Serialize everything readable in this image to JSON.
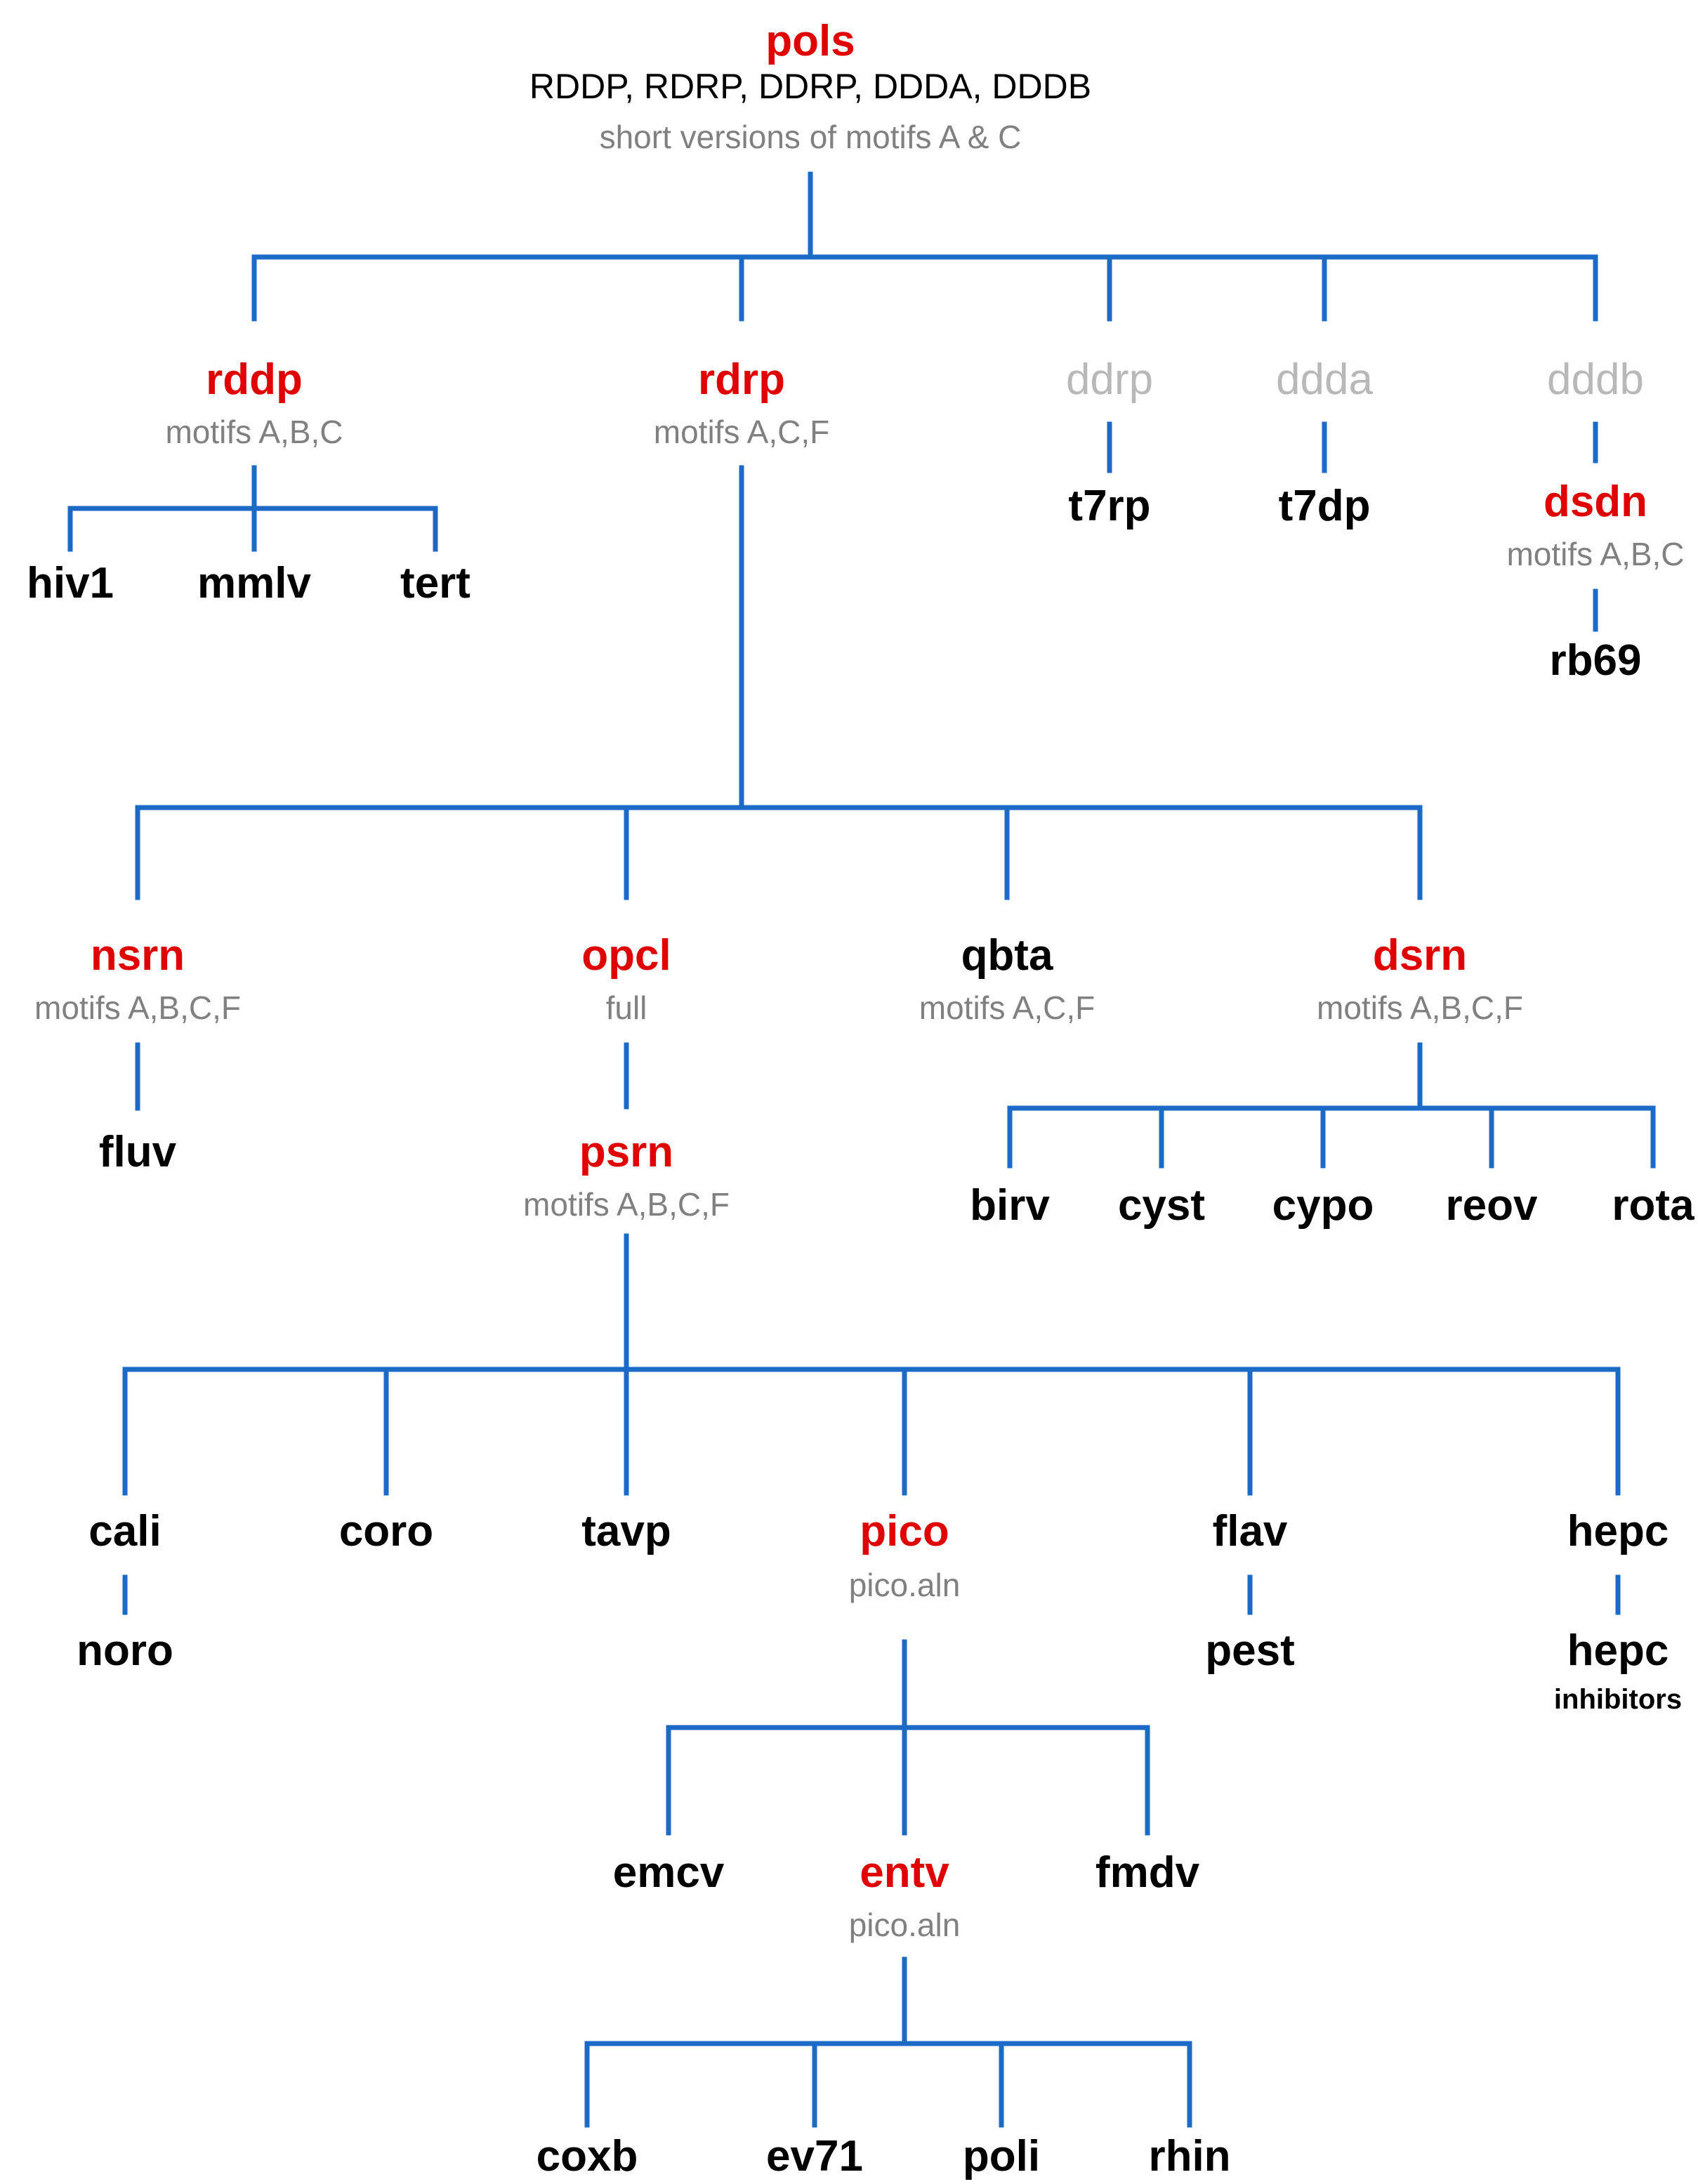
{
  "diagram": {
    "colors": {
      "connector": "#1b6ac6",
      "highlight": "#e00000",
      "muted": "#b8b8b8",
      "annotation": "#808080",
      "text": "#000000"
    },
    "root": {
      "label": "pols",
      "families": "RDDP, RDRP, DDRP, DDDA, DDDB",
      "note": "short versions of motifs A & C"
    },
    "rddp": {
      "label": "rddp",
      "note": "motifs A,B,C"
    },
    "hiv1": {
      "label": "hiv1"
    },
    "mmlv": {
      "label": "mmlv"
    },
    "tert": {
      "label": "tert"
    },
    "rdrp": {
      "label": "rdrp",
      "note": "motifs A,C,F"
    },
    "ddrp": {
      "label": "ddrp"
    },
    "t7rp": {
      "label": "t7rp"
    },
    "ddda": {
      "label": "ddda"
    },
    "t7dp": {
      "label": "t7dp"
    },
    "dddb": {
      "label": "dddb"
    },
    "dsdn": {
      "label": "dsdn",
      "note": "motifs A,B,C"
    },
    "rb69": {
      "label": "rb69"
    },
    "nsrn": {
      "label": "nsrn",
      "note": "motifs A,B,C,F"
    },
    "fluv": {
      "label": "fluv"
    },
    "opcl": {
      "label": "opcl",
      "note": "full"
    },
    "psrn": {
      "label": "psrn",
      "note": "motifs A,B,C,F"
    },
    "qbta": {
      "label": "qbta",
      "note": "motifs A,C,F"
    },
    "dsrn": {
      "label": "dsrn",
      "note": "motifs A,B,C,F"
    },
    "birv": {
      "label": "birv"
    },
    "cyst": {
      "label": "cyst"
    },
    "cypo": {
      "label": "cypo"
    },
    "reov": {
      "label": "reov"
    },
    "rota": {
      "label": "rota"
    },
    "cali": {
      "label": "cali"
    },
    "noro": {
      "label": "noro"
    },
    "coro": {
      "label": "coro"
    },
    "tavp": {
      "label": "tavp"
    },
    "pico": {
      "label": "pico",
      "note": "pico.aln"
    },
    "flav": {
      "label": "flav"
    },
    "pest": {
      "label": "pest"
    },
    "hepc": {
      "label": "hepc"
    },
    "hepc_inhib": {
      "label": "hepc",
      "note": "inhibitors"
    },
    "emcv": {
      "label": "emcv"
    },
    "entv": {
      "label": "entv",
      "note": "pico.aln"
    },
    "fmdv": {
      "label": "fmdv"
    },
    "coxb": {
      "label": "coxb"
    },
    "ev71": {
      "label": "ev71"
    },
    "poli": {
      "label": "poli"
    },
    "rhin": {
      "label": "rhin"
    }
  }
}
